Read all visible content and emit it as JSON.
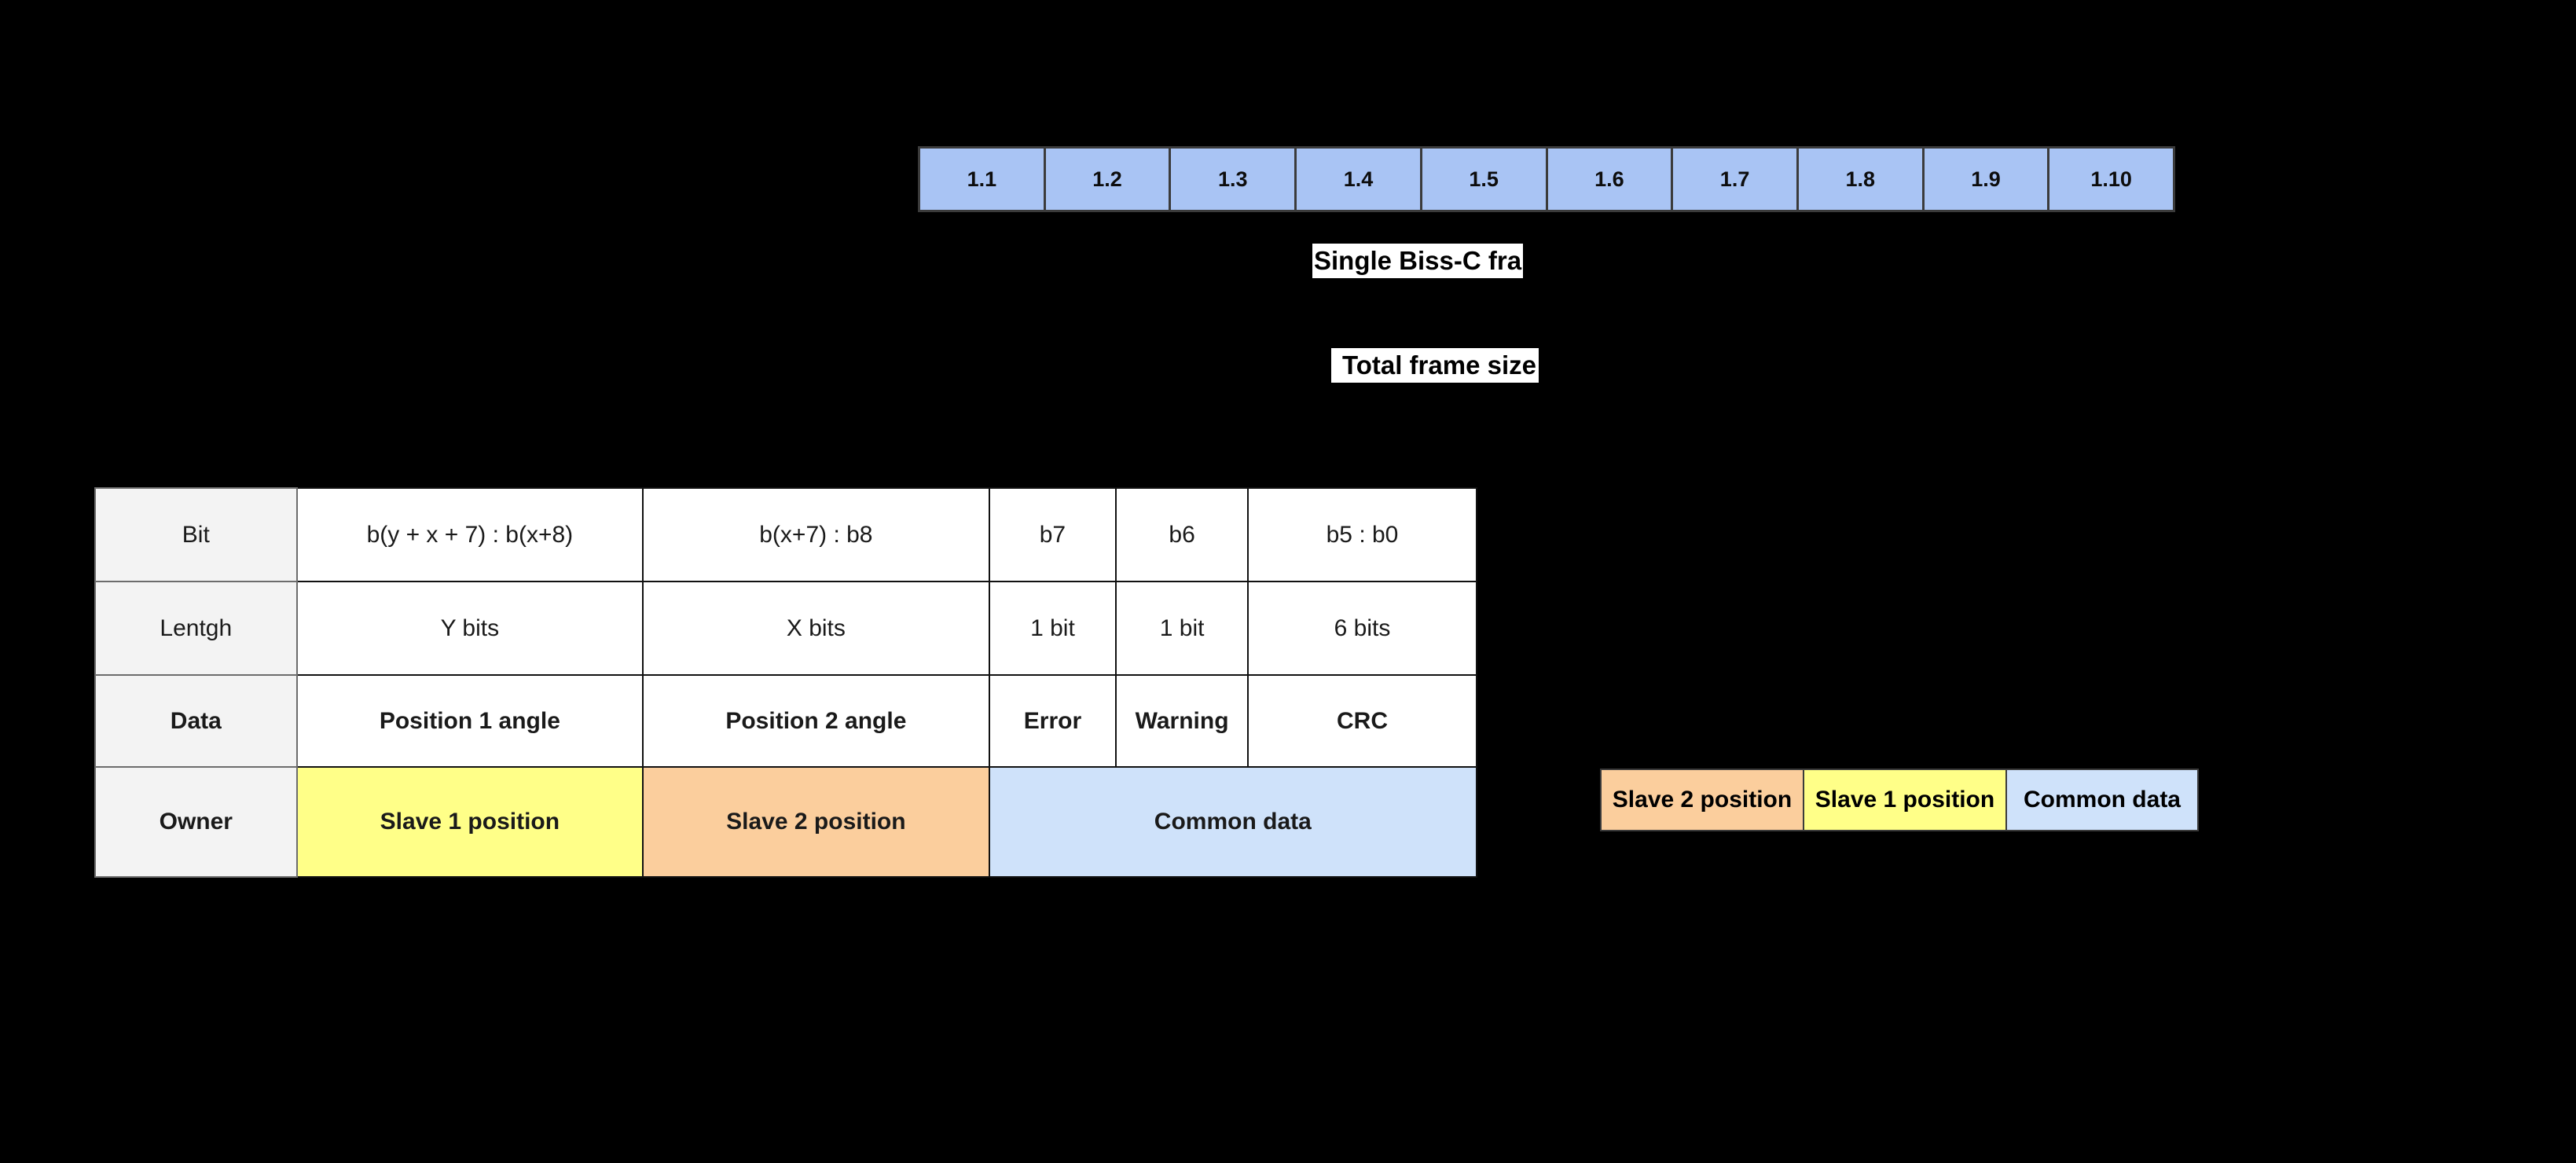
{
  "frame_strip": {
    "name": "biss-c-frame-strip",
    "cell_color": "#a9c4f4",
    "border_color": "#3b3b3b",
    "cells": [
      {
        "label": "1.1"
      },
      {
        "label": "1.2"
      },
      {
        "label": "1.3"
      },
      {
        "label": "1.4"
      },
      {
        "label": "1.5"
      },
      {
        "label": "1.6"
      },
      {
        "label": "1.7"
      },
      {
        "label": "1.8"
      },
      {
        "label": "1.9"
      },
      {
        "label": "1.10"
      }
    ]
  },
  "callouts": {
    "single_frame": "Single Biss-C frame",
    "total_frame": "Total frame size"
  },
  "table": {
    "row_headers": [
      "Bit",
      "Lentgh",
      "Data",
      "Owner"
    ],
    "rows": {
      "bit": [
        "b(y + x + 7) : b(x+8)",
        "b(x+7) : b8",
        "b7",
        "b6",
        "b5 : b0"
      ],
      "length": [
        "Y bits",
        "X bits",
        "1 bit",
        "1 bit",
        "6 bits"
      ],
      "data": [
        "Position 1 angle",
        "Position 2 angle",
        "Error",
        "Warning",
        "CRC"
      ],
      "owner": [
        "Slave 1 position",
        "Slave 2 position",
        "Common data"
      ]
    },
    "colors": {
      "header_bg": "#f3f3f3",
      "slave1": "#ffff88",
      "slave2": "#fbce9d",
      "common": "#cfe2fa"
    }
  },
  "legend": {
    "items": [
      {
        "label": "Slave 2 position",
        "color": "#fbce9d"
      },
      {
        "label": "Slave 1 position",
        "color": "#ffff88"
      },
      {
        "label": "Common data",
        "color": "#cfe2fa"
      }
    ]
  }
}
